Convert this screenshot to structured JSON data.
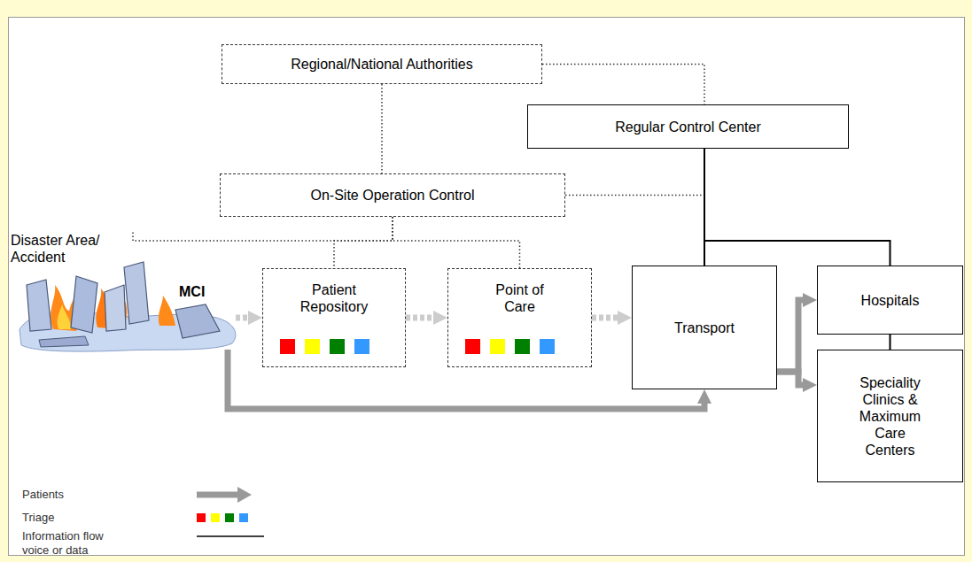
{
  "diagram": {
    "nodes": [
      {
        "text": [
          "Regional/National Authorities"
        ]
      },
      {
        "text": [
          "Regular Control Center"
        ]
      },
      {
        "text": [
          "On-Site Operation Control"
        ]
      },
      {
        "text": [
          "Disaster Area/ Accident",
          "MCI"
        ]
      },
      {
        "text": [
          "Patient Repository"
        ]
      },
      {
        "text": [
          "Point of Care"
        ]
      },
      {
        "text": [
          "Transport"
        ]
      },
      {
        "text": [
          "Hospitals"
        ]
      },
      {
        "text": [
          "Speciality Clinics & Maximum Care Centers"
        ]
      }
    ],
    "edges": [
      {
        "from": 3,
        "to": 4,
        "arrow": "to"
      },
      {
        "from": 4,
        "to": 5,
        "arrow": "to"
      },
      {
        "from": 5,
        "to": 6,
        "arrow": "to"
      },
      {
        "from": 3,
        "to": 6,
        "arrow": "to"
      },
      {
        "from": 6,
        "to": 7,
        "arrow": "to"
      },
      {
        "from": 6,
        "to": 8,
        "arrow": "to"
      },
      {
        "from": 0,
        "to": 1,
        "arrow": "none"
      },
      {
        "from": 0,
        "to": 2,
        "arrow": "none"
      },
      {
        "from": 2,
        "to": 1,
        "arrow": "none"
      },
      {
        "from": 2,
        "to": 3,
        "arrow": "none"
      },
      {
        "from": 2,
        "to": 4,
        "arrow": "none"
      },
      {
        "from": 2,
        "to": 5,
        "arrow": "none"
      },
      {
        "from": 1,
        "to": 6,
        "arrow": "none"
      },
      {
        "from": 1,
        "to": 7,
        "arrow": "none"
      },
      {
        "from": 7,
        "to": 8,
        "arrow": "none"
      }
    ],
    "legend": [
      {
        "text": "Patients"
      },
      {
        "text": "Triage"
      },
      {
        "text": "Information flow voice or data"
      }
    ]
  }
}
